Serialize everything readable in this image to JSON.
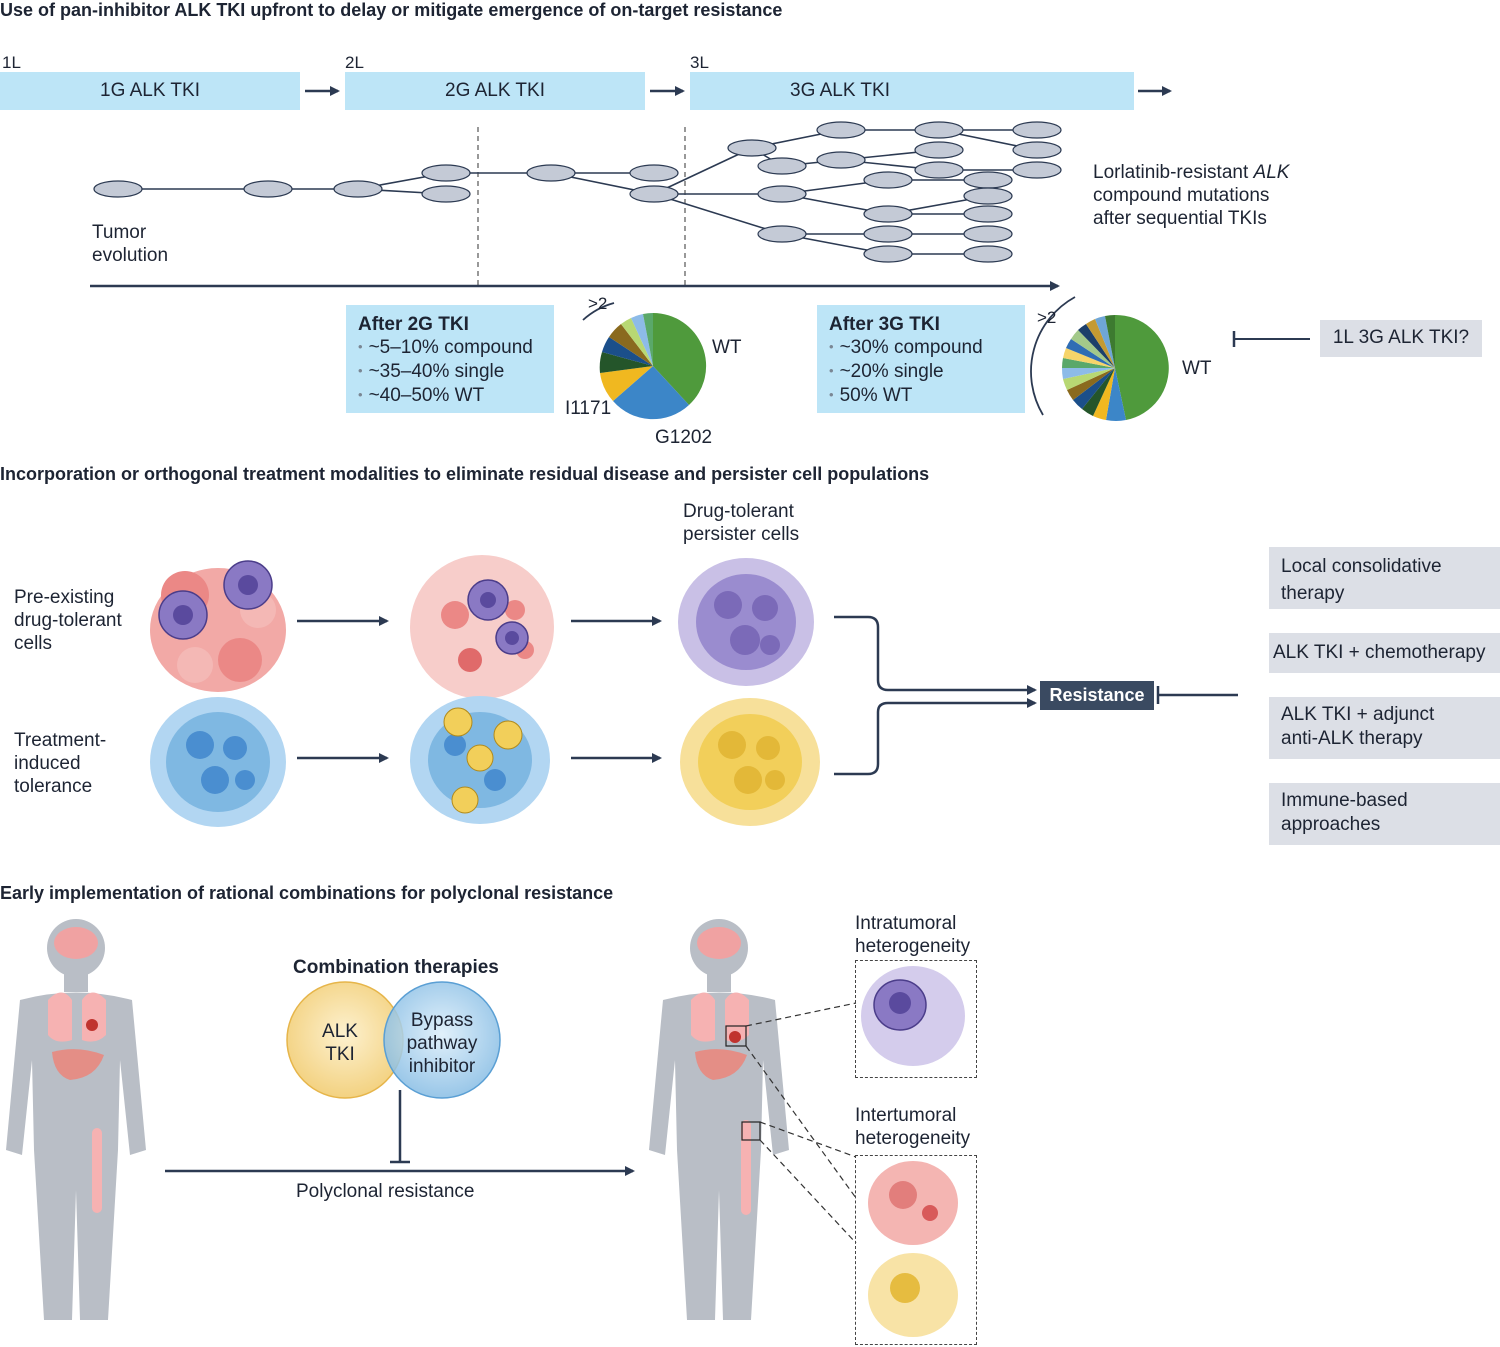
{
  "section1": {
    "title": "Use of pan-inhibitor ALK TKI upfront to delay or mitigate emergence of on-target resistance",
    "lines": [
      {
        "line": "1L",
        "drug": "1G ALK TKI"
      },
      {
        "line": "2L",
        "drug": "2G ALK TKI"
      },
      {
        "line": "3L",
        "drug": "3G ALK TKI"
      }
    ],
    "tumor_evolution": "Tumor\nevolution",
    "lorlatinib_note_prefix": "Lorlatinib-resistant ",
    "lorlatinib_note_gene": "ALK",
    "lorlatinib_note_rest": "compound mutations\nafter sequential TKIs",
    "after2g": {
      "header": "After 2G TKI",
      "items": [
        "~5–10% compound",
        "~35–40% single",
        "~40–50% WT"
      ]
    },
    "after3g": {
      "header": "After 3G TKI",
      "items": [
        "~30% compound",
        "~20% single",
        "50% WT"
      ]
    },
    "pie1": {
      "gt2": ">2",
      "wt": "WT",
      "i1171": "I1171",
      "g1202": "G1202"
    },
    "pie2": {
      "gt2": ">2",
      "wt": "WT"
    },
    "first_line_question": "1L 3G ALK TKI?"
  },
  "section2": {
    "title": "Incorporation or orthogonal treatment modalities to eliminate residual disease and persister cell populations",
    "row1_label": "Pre-existing\ndrug-tolerant\ncells",
    "row2_label": "Treatment-\ninduced\ntolerance",
    "persister_label": "Drug-tolerant\npersister cells",
    "resistance": "Resistance",
    "strategies": [
      "Local consolidative\ntherapy",
      "ALK TKI + chemotherapy",
      "ALK TKI + adjunct\nanti-ALK therapy",
      "Immune-based\napproaches"
    ]
  },
  "section3": {
    "title": "Early implementation of rational combinations for polyclonal resistance",
    "combo_title": "Combination therapies",
    "alk_tki": "ALK\nTKI",
    "bypass": "Bypass\npathway\ninhibitor",
    "polyclonal": "Polyclonal resistance",
    "intra": "Intratumoral\nheterogeneity",
    "inter": "Intertumoral\nheterogeneity"
  },
  "colors": {
    "navy": "#2c3a52",
    "light_blue_box": "#bde5f7",
    "grey_box": "#dcdfe6",
    "node_fill": "#c4cad6",
    "pie_wt": "#4f9a3c",
    "pie_g1202": "#3c86c8",
    "pie_i1171": "#f0b820"
  }
}
